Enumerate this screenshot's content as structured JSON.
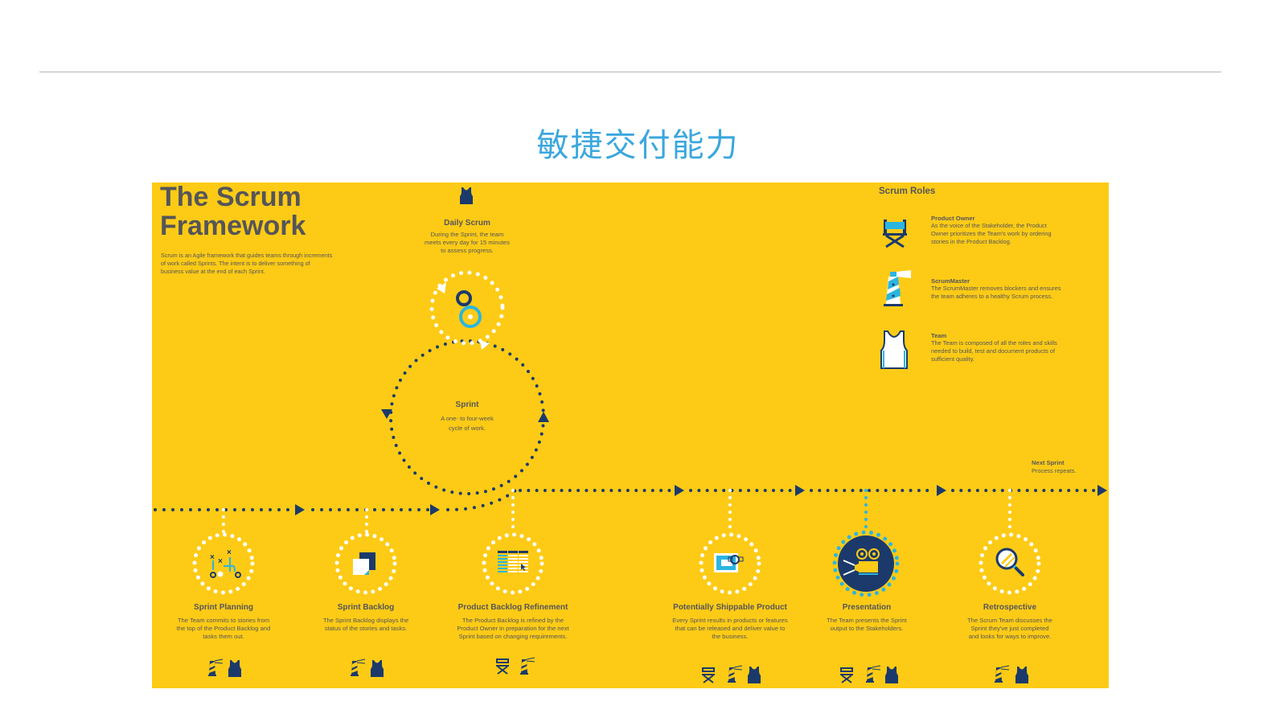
{
  "slide": {
    "title": "敏捷交付能力"
  },
  "poster": {
    "title_line1": "The Scrum",
    "title_line2": "Framework",
    "intro": "Scrum is an Agile framework that guides teams through increments of work called Sprints. The intent is to deliver something of business value at the end of each Sprint.",
    "background_color": "#fdcb16",
    "accent_navy": "#1b3a6b",
    "accent_cyan": "#2bb5e0",
    "daily_scrum": {
      "title": "Daily Scrum",
      "desc_lines": [
        "During the Sprint, the team",
        "meets every day for 15 minutes",
        "to assess progress."
      ]
    },
    "sprint": {
      "title": "Sprint",
      "desc_lines": [
        "A one- to four-week",
        "cycle of work."
      ]
    },
    "next_sprint": {
      "title": "Next Sprint",
      "desc": "Process repeats."
    },
    "roles": {
      "title": "Scrum Roles",
      "items": [
        {
          "name": "Product Owner",
          "icon": "director-chair-icon",
          "desc_lines": [
            "As the voice of the Stakeholder, the Product",
            "Owner prioritizes the Team's work by ordering",
            "stories in the Product Backlog."
          ]
        },
        {
          "name": "ScrumMaster",
          "icon": "lighthouse-icon",
          "desc_lines": [
            "The ScrumMaster removes blockers and ensures",
            "the team adheres to a healthy Scrum process."
          ]
        },
        {
          "name": "Team",
          "icon": "jersey-icon",
          "desc_lines": [
            "The Team is composed of all the roles and skills",
            "needed to build, test and document products of",
            "sufficient quality."
          ]
        }
      ]
    },
    "steps": [
      {
        "title": "Sprint Planning",
        "icon": "play-diagram-icon",
        "desc_lines": [
          "The Team commits to stories from",
          "the top of the Product Backlog and",
          "tasks them out."
        ],
        "roles": [
          "lighthouse-icon",
          "jersey-icon"
        ]
      },
      {
        "title": "Sprint Backlog",
        "icon": "sticky-notes-icon",
        "desc_lines": [
          "The Sprint Backlog displays the",
          "status of the stories and tasks."
        ],
        "roles": [
          "lighthouse-icon",
          "jersey-icon"
        ]
      },
      {
        "title": "Product Backlog Refinement",
        "icon": "backlog-table-icon",
        "desc_lines": [
          "The Product Backlog is refined by the",
          "Product Owner in preparation for the next",
          "Sprint based on changing requirements."
        ],
        "roles": [
          "director-chair-icon",
          "lighthouse-icon"
        ]
      },
      {
        "title": "Potentially Shippable Product",
        "icon": "stamp-icon",
        "desc_lines": [
          "Every Sprint results in products or features",
          "that can be released and deliver value to",
          "the business."
        ],
        "roles": [
          "director-chair-icon",
          "lighthouse-icon",
          "jersey-icon"
        ]
      },
      {
        "title": "Presentation",
        "icon": "projector-icon",
        "desc_lines": [
          "The Team presents the Sprint",
          "output to the Stakeholders."
        ],
        "roles": [
          "director-chair-icon",
          "lighthouse-icon",
          "jersey-icon"
        ]
      },
      {
        "title": "Retrospective",
        "icon": "magnifier-icon",
        "desc_lines": [
          "The Scrum Team discusses the",
          "Sprint they've just completed",
          "and looks for ways to improve."
        ],
        "roles": [
          "lighthouse-icon",
          "jersey-icon"
        ]
      }
    ]
  }
}
